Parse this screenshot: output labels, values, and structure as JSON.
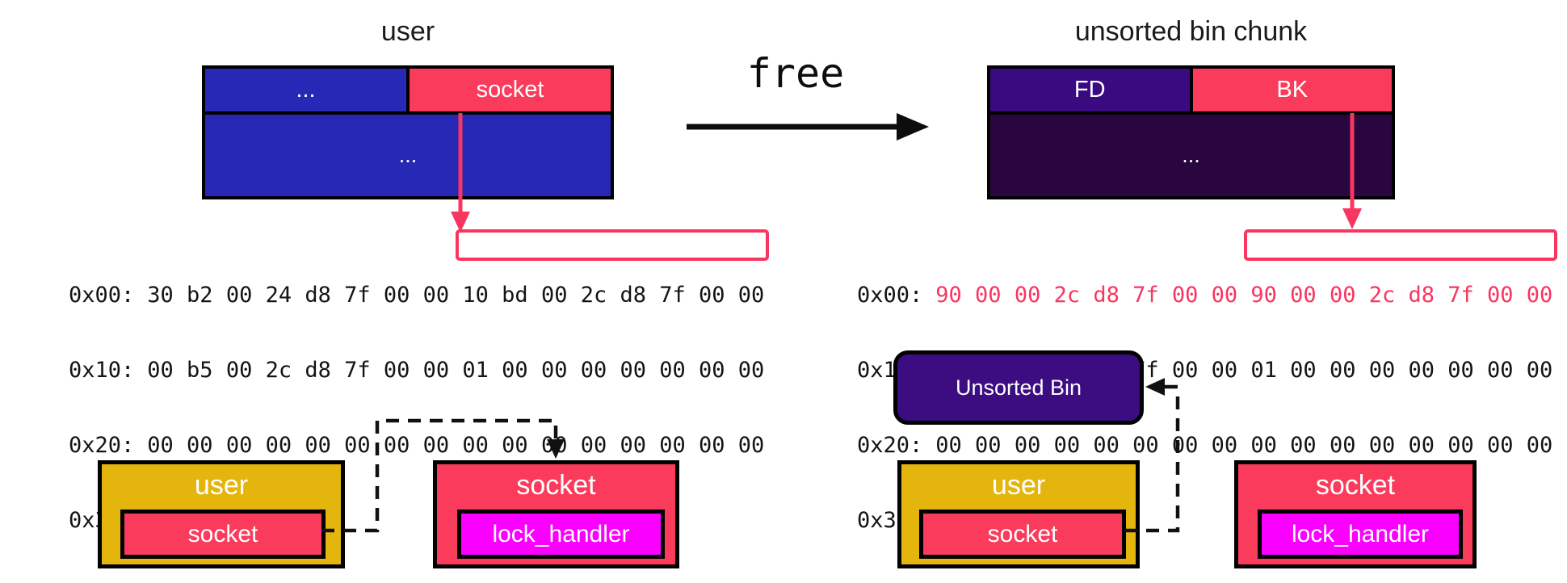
{
  "left_panel": {
    "title": "user",
    "chunk": {
      "header_left": "...",
      "header_right": "socket",
      "body": "..."
    },
    "hex_rows": [
      {
        "label": "0x00:",
        "bytes": "30 b2 00 24 d8 7f 00 00 10 bd 00 2c d8 7f 00 00"
      },
      {
        "label": "0x10:",
        "bytes": "00 b5 00 2c d8 7f 00 00 01 00 00 00 00 00 00 00"
      },
      {
        "label": "0x20:",
        "bytes": "00 00 00 00 00 00 00 00 00 00 00 00 00 00 00 00"
      },
      {
        "label": "0x30:",
        "bytes": "..."
      }
    ],
    "user_struct": {
      "title": "user",
      "field": "socket"
    },
    "socket_struct": {
      "title": "socket",
      "field": "lock_handler"
    }
  },
  "free_arrow": {
    "label": "free"
  },
  "right_panel": {
    "title": "unsorted bin chunk",
    "chunk": {
      "header_left": "FD",
      "header_right": "BK",
      "body": "..."
    },
    "hex_rows": [
      {
        "label": "0x00:",
        "bytes": "90 00 00 2c d8 7f 00 00 90 00 00 2c d8 7f 00 00"
      },
      {
        "label": "0x10:",
        "bytes": "00 b5 00 2c d8 7f 00 00 01 00 00 00 00 00 00 00"
      },
      {
        "label": "0x20:",
        "bytes": "00 00 00 00 00 00 00 00 00 00 00 00 00 00 00 00"
      },
      {
        "label": "0x30:",
        "bytes": "..."
      }
    ],
    "unsorted_bin": {
      "label": "Unsorted Bin"
    },
    "user_struct": {
      "title": "user",
      "field": "socket"
    },
    "socket_struct": {
      "title": "socket",
      "field": "lock_handler"
    }
  },
  "colors": {
    "chunk_blue": "#2728b5",
    "pink": "#fb3b5c",
    "fd_purple": "#3a0a80",
    "chunk_dark_purple": "#2a0640",
    "unsorted_bin_purple": "#3c0d80",
    "gold": "#e4b50c",
    "magenta": "#fa00ff",
    "highlight_red": "#f8365f"
  }
}
